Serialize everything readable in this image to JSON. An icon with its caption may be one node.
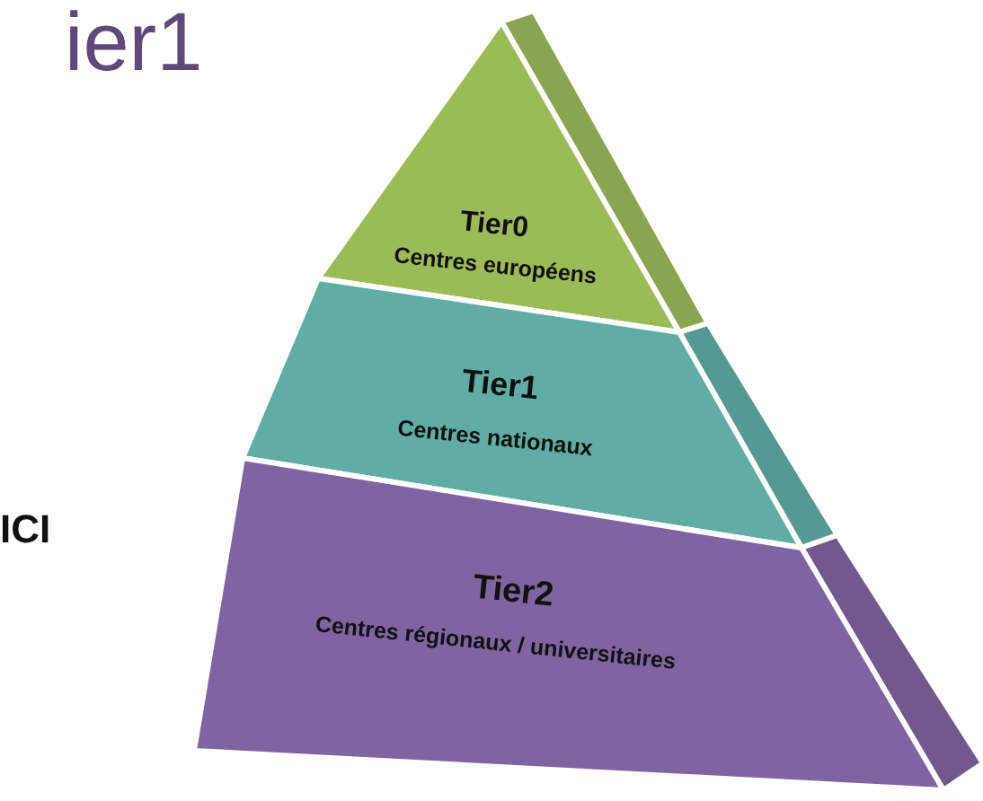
{
  "diagram": {
    "title": "ier1",
    "nodes": [
      {
        "text": [
          "Tier0",
          "Centres européens"
        ]
      },
      {
        "text": [
          "Tier1",
          "Centres nationaux"
        ]
      },
      {
        "text": [
          "Tier2",
          "Centres régionaux / universitaires"
        ]
      }
    ],
    "labels": [
      "ICI"
    ]
  }
}
